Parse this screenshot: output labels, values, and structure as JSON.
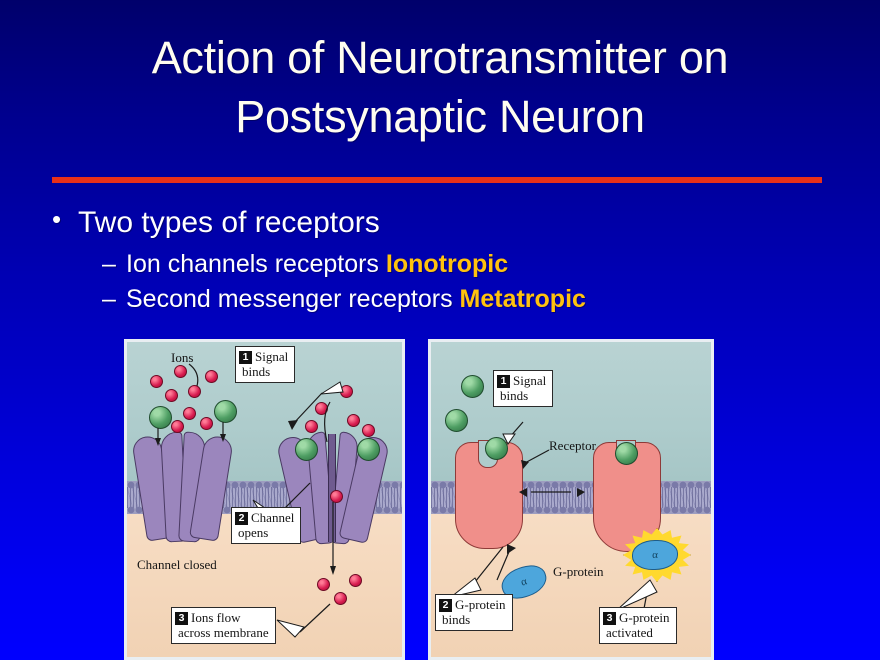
{
  "slide": {
    "title_line1": "Action of Neurotransmitter on",
    "title_line2": "Postsynaptic Neuron",
    "background_top_color": "#00006b",
    "background_bottom_color": "#0000ff",
    "rule_color": "#e8301a",
    "title_color": "#fffdf0",
    "accent_color": "#ffc20e"
  },
  "bullets": {
    "bullet_marker": "•",
    "dash_marker": "–",
    "level1": "Two types of receptors",
    "sub1_text": "Ion channels receptors ",
    "sub1_accent": "Ionotropic",
    "sub2_text": "Second messenger receptors ",
    "sub2_accent": "Metatropic"
  },
  "figure": {
    "left_panel": {
      "name": "ionotropic-receptor-diagram",
      "labels": {
        "ions": "Ions",
        "channel_closed": "Channel closed"
      },
      "callouts": [
        {
          "num": "1",
          "line1": "Signal",
          "line2": "binds"
        },
        {
          "num": "2",
          "line1": "Channel",
          "line2": "opens"
        },
        {
          "num": "3",
          "line1": "Ions flow",
          "line2": "across membrane"
        }
      ]
    },
    "right_panel": {
      "name": "metabotropic-receptor-diagram",
      "labels": {
        "receptor": "Receptor",
        "g_protein": "G-protein",
        "alpha_subunit": "α"
      },
      "callouts": [
        {
          "num": "1",
          "line1": "Signal",
          "line2": "binds"
        },
        {
          "num": "2",
          "line1": "G-protein",
          "line2": "binds"
        },
        {
          "num": "3",
          "line1": "G-protein",
          "line2": "activated"
        }
      ]
    },
    "colors": {
      "extracellular": "#aecccc",
      "cytoplasm": "#f3d9c0",
      "membrane": "#9d9dc0",
      "channel_protein": "#9b86bd",
      "receptor_protein": "#f08f8a",
      "g_protein": "#4da6dc",
      "activation_burst": "#ffd92e",
      "ion": "#d61a4e",
      "signal_molecule": "#4e9e63"
    }
  }
}
